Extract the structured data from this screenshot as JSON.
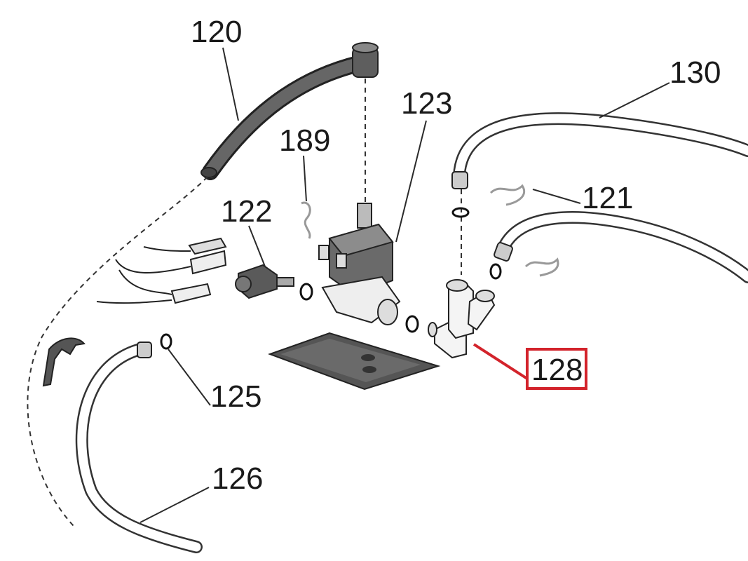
{
  "labels": {
    "p120": "120",
    "p123": "123",
    "p130": "130",
    "p189": "189",
    "p121": "121",
    "p122": "122",
    "p125": "125",
    "p126": "126",
    "p128": "128"
  },
  "colors": {
    "highlight": "#d3232b",
    "part_dark": "#5a5a5a",
    "part_mid": "#8a8a8a",
    "ink": "#1a1a1a"
  }
}
